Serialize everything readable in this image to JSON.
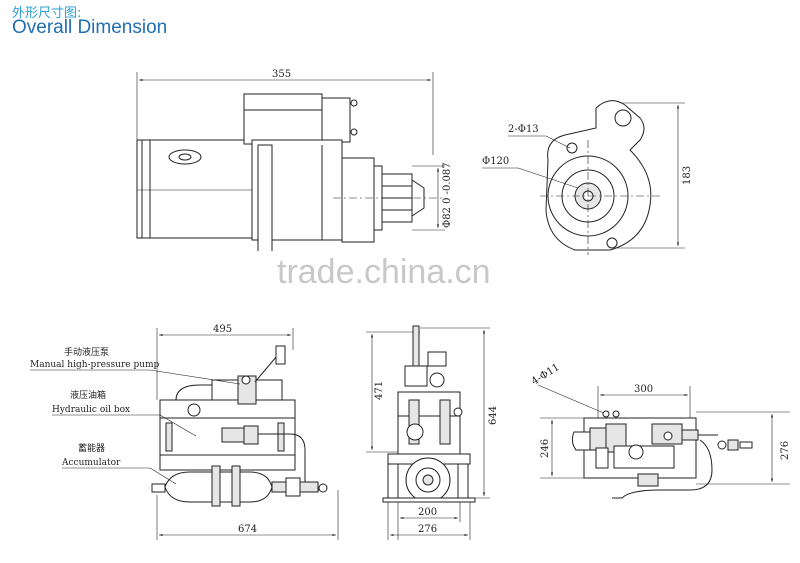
{
  "header": {
    "title_cn": "外形尺寸图:",
    "title_en": "Overall Dimension"
  },
  "watermark": "trade.china.cn",
  "top_drawing": {
    "dim_length": "355",
    "dim_height": "183",
    "dim_shaft": "Φ82 0 -0.087",
    "dim_flange": "Φ120",
    "dim_holes": "2-Φ13"
  },
  "bottom_front": {
    "dim_top": "495",
    "dim_bottom": "674",
    "label_pump_cn": "手动液压泵",
    "label_pump_en": "Manual high-pressure pump",
    "label_box_cn": "液压油箱",
    "label_box_en": "Hydraulic oil box",
    "label_acc_cn": "蓄能器",
    "label_acc_en": "Accumulator"
  },
  "bottom_side": {
    "dim_471": "471",
    "dim_644": "644",
    "dim_200": "200",
    "dim_276": "276"
  },
  "bottom_top": {
    "dim_holes": "4-Φ11",
    "dim_300": "300",
    "dim_246": "246",
    "dim_276": "276"
  },
  "colors": {
    "title_cn": "#2a9fd6",
    "title_en": "#1f6fb2",
    "line": "#222222",
    "watermark": "#c8c8c8"
  }
}
